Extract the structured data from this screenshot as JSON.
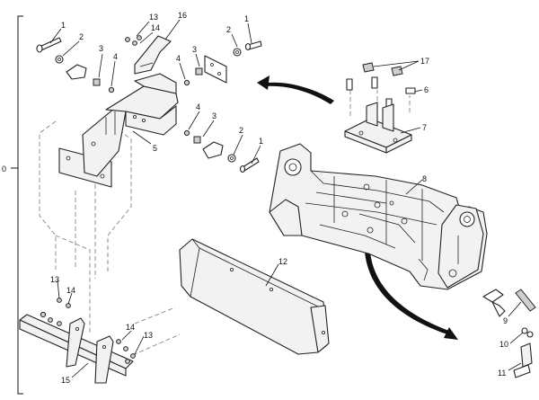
{
  "assembly_callout": "0",
  "callouts": [
    {
      "id": "c1a",
      "text": "1"
    },
    {
      "id": "c2a",
      "text": "2"
    },
    {
      "id": "c3a",
      "text": "3"
    },
    {
      "id": "c4a",
      "text": "4"
    },
    {
      "id": "c13a",
      "text": "13"
    },
    {
      "id": "c14a",
      "text": "14"
    },
    {
      "id": "c16",
      "text": "16"
    },
    {
      "id": "c2b",
      "text": "2"
    },
    {
      "id": "c1b",
      "text": "1"
    },
    {
      "id": "c3b",
      "text": "3"
    },
    {
      "id": "c4b",
      "text": "4"
    },
    {
      "id": "c5",
      "text": "5"
    },
    {
      "id": "c4c",
      "text": "4"
    },
    {
      "id": "c3c",
      "text": "3"
    },
    {
      "id": "c2c",
      "text": "2"
    },
    {
      "id": "c1c",
      "text": "1"
    },
    {
      "id": "c17",
      "text": "17"
    },
    {
      "id": "c6",
      "text": "6"
    },
    {
      "id": "c7",
      "text": "7"
    },
    {
      "id": "c8",
      "text": "8"
    },
    {
      "id": "c12",
      "text": "12"
    },
    {
      "id": "c13b",
      "text": "13"
    },
    {
      "id": "c14b",
      "text": "14"
    },
    {
      "id": "c14c",
      "text": "14"
    },
    {
      "id": "c13c",
      "text": "13"
    },
    {
      "id": "c15",
      "text": "15"
    },
    {
      "id": "c9",
      "text": "9"
    },
    {
      "id": "c10",
      "text": "10"
    },
    {
      "id": "c11",
      "text": "11"
    }
  ]
}
